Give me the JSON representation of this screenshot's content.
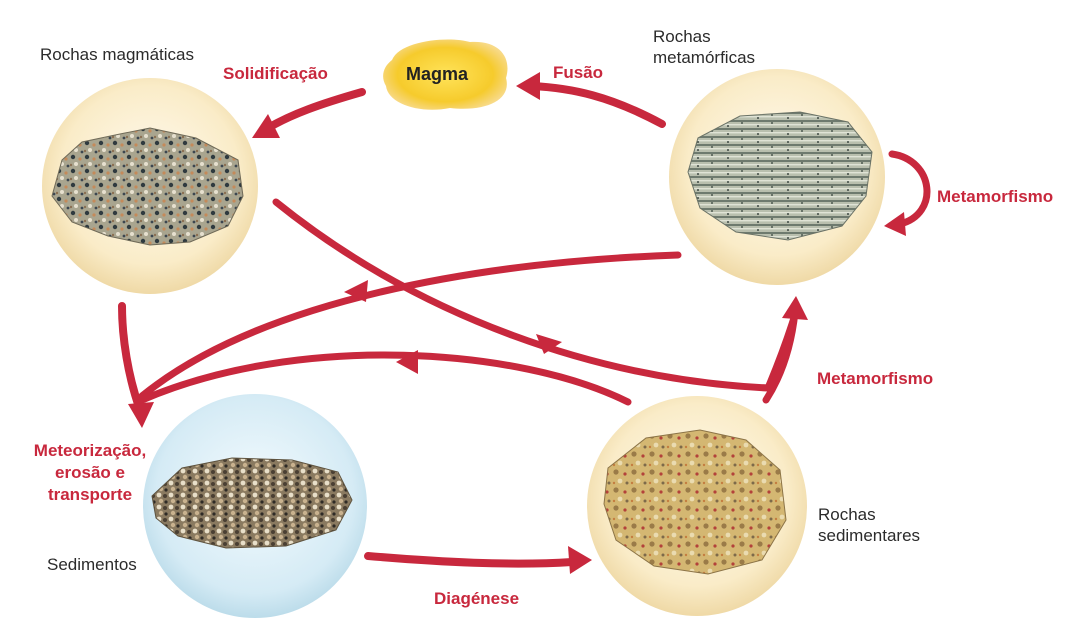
{
  "nodes": {
    "magmatic": "Rochas magmáticas",
    "metamorphic": "Rochas\nmetamórficas",
    "sedimentary": "Rochas\nsedimentares",
    "sediments": "Sedimentos",
    "magma": "Magma"
  },
  "processes": {
    "solidification": "Solidificação",
    "fusion": "Fusão",
    "metamorphism_loop": "Metamorfismo",
    "metamorphism": "Metamorfismo",
    "weathering": "Meteorização,\nerosão e\ntransporte",
    "diagenesis": "Diagénese"
  },
  "colors": {
    "arrow": "#c8283d",
    "process_text": "#c8283d",
    "rock_circle": "#faecc8",
    "sediment_circle": "#d5ebf5",
    "magma_blob": "#f6cb2c"
  }
}
